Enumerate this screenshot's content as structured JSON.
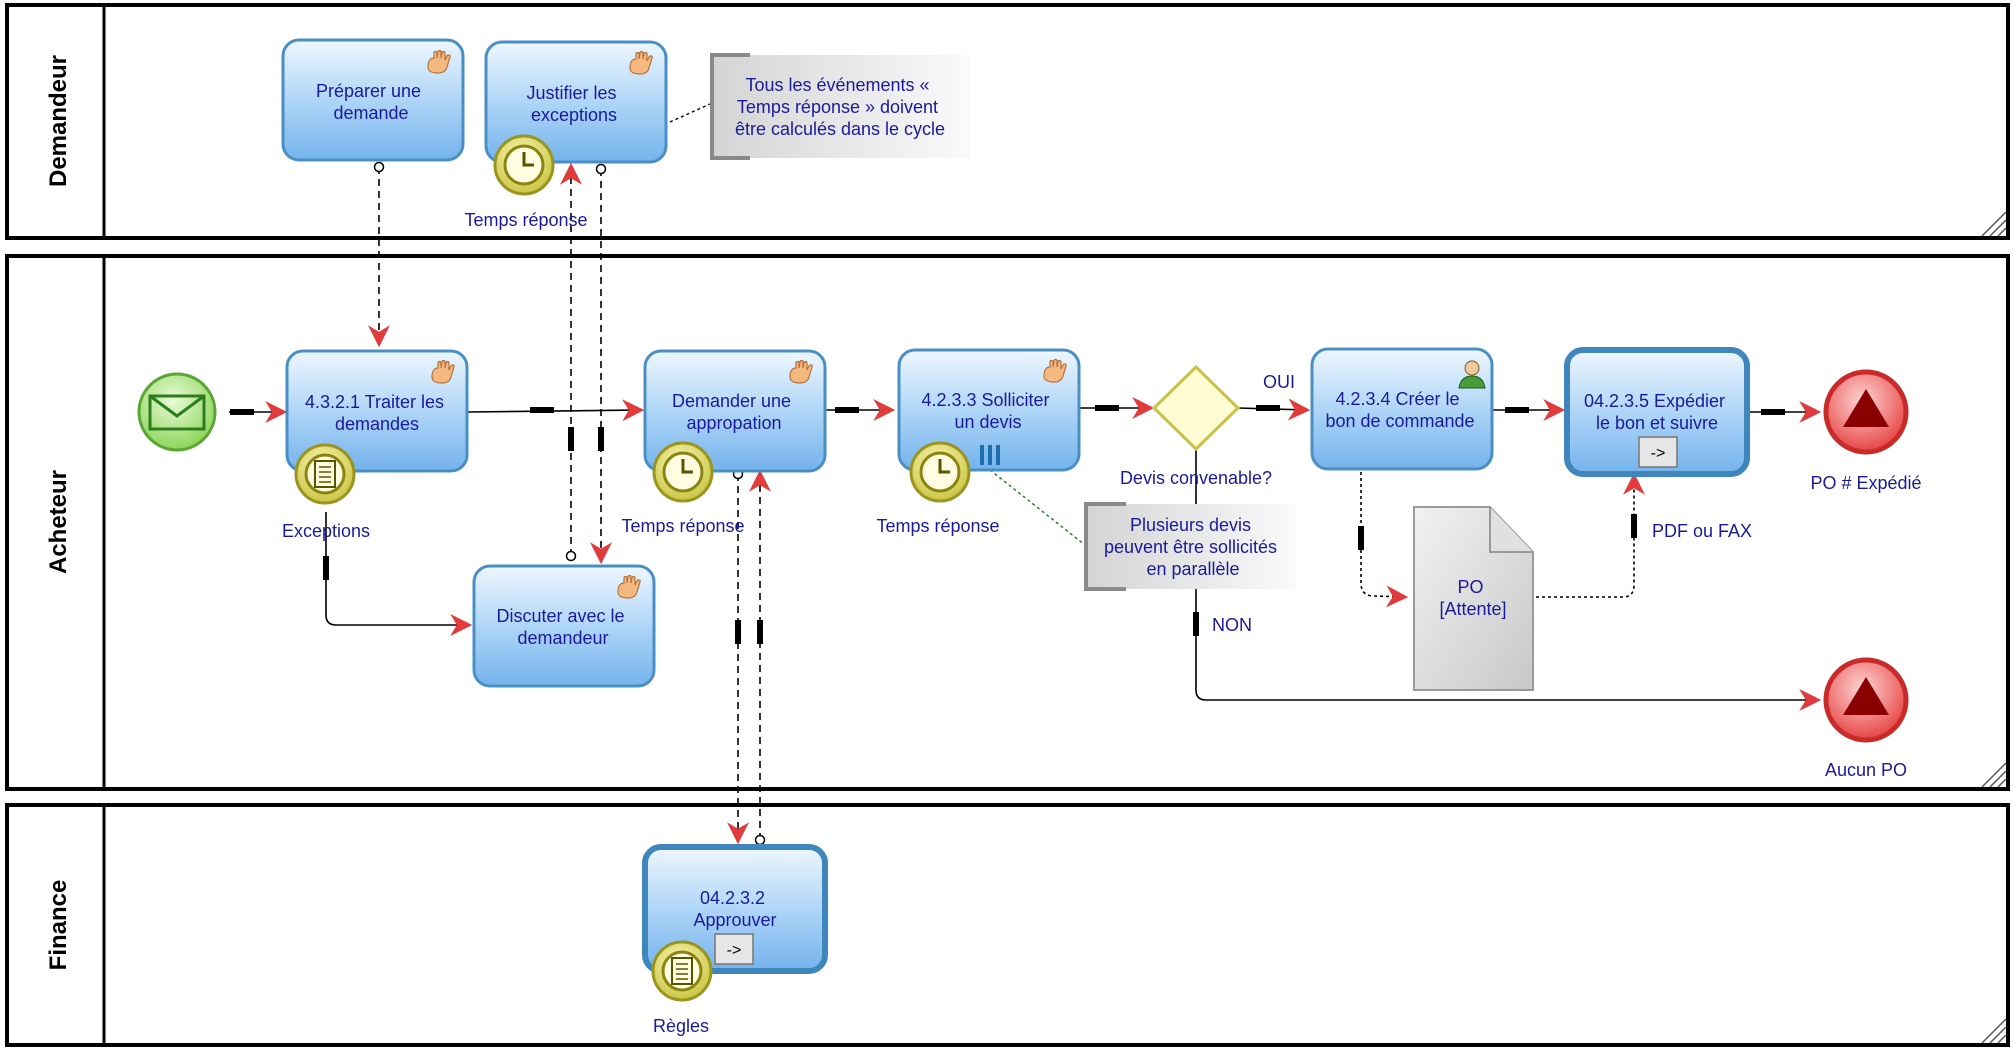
{
  "lanes": [
    {
      "title": "Demandeur"
    },
    {
      "title": "Acheteur"
    },
    {
      "title": "Finance"
    }
  ],
  "tasks": {
    "preparer": [
      "Préparer une",
      "demande"
    ],
    "justifier": [
      "Justifier les",
      "exceptions"
    ],
    "traiter": [
      "4.3.2.1 Traiter les",
      "demandes"
    ],
    "discuter": [
      "Discuter avec le",
      "demandeur"
    ],
    "demander": [
      "Demander une",
      "appropation"
    ],
    "solliciter": [
      "4.2.3.3 Solliciter",
      "un devis"
    ],
    "creer": [
      "4.2.3.4 Créer le",
      "bon de commande"
    ],
    "expedier": [
      "04.2.3.5 Expédier",
      "le bon et suivre"
    ],
    "approuver": [
      "04.2.3.2",
      "Approuver"
    ]
  },
  "subprocess_marker": "->",
  "event_labels": {
    "temps_reponse_demandeur": "Temps réponse",
    "exceptions": "Exceptions",
    "temps_reponse_demander": "Temps réponse",
    "temps_reponse_solliciter": "Temps réponse",
    "regles": "Règles",
    "po_expedie": "PO # Expédié",
    "aucun_po": "Aucun PO"
  },
  "gateway": {
    "label": "Devis convenable?",
    "yes": "OUI",
    "no": "NON"
  },
  "annotations": {
    "temps": [
      "Tous les événements «",
      "Temps réponse » doivent",
      "être calculés dans le cycle"
    ],
    "devis": [
      "Plusieurs devis",
      "peuvent être sollicités",
      "en parallèle"
    ]
  },
  "data_object": [
    "PO",
    "[Attente]"
  ],
  "flow_labels": {
    "pdf_fax": "PDF ou FAX"
  },
  "colors": {
    "task_fill_top": "#e4f1fd",
    "task_fill_bottom": "#7ab8ee",
    "task_stroke": "#4a8fc4",
    "text": "#1a1a9c",
    "start_event": "#8ed85a",
    "end_event": "#e33a3a",
    "end_triangle": "#8a0000",
    "gateway": "#fffbd2",
    "intermediate": "#e8e06a",
    "arrow": "#e23b3b"
  }
}
